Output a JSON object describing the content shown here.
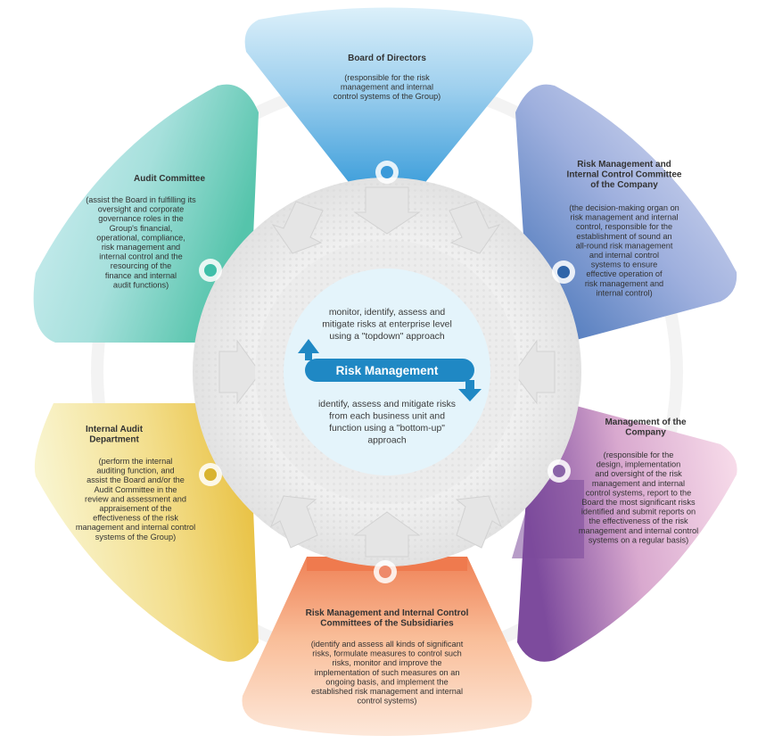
{
  "center": {
    "label": "Risk Management",
    "top_text": [
      "monitor, identify, assess and",
      "mitigate risks at enterprise level",
      "using a \"topdown\" approach"
    ],
    "bottom_text": [
      "identify, assess and mitigate risks",
      "from each business unit and",
      "function using a \"bottom-up\"",
      "approach"
    ]
  },
  "petals": [
    {
      "id": "board",
      "color": "#3a9ad9",
      "title": [
        "Board of Directors"
      ],
      "body": [
        "(responsible for the risk",
        "management and internal",
        "control systems of the Group)"
      ]
    },
    {
      "id": "rmic-company",
      "color": "#2f64a8",
      "title": [
        "Risk Management and",
        "Internal Control Committee",
        "of the Company"
      ],
      "body": [
        "(the decision-making organ on",
        "risk management and internal",
        "control, responsible for the",
        "establishment of sound an",
        "all-round risk management",
        "and internal control",
        "systems to ensure",
        "effective operation of",
        "risk management and",
        "internal control)"
      ]
    },
    {
      "id": "management",
      "color": "#8a64a8",
      "title": [
        "Management of the",
        "Company"
      ],
      "body": [
        "(responsible for the",
        "design, implementation",
        "and oversight of the risk",
        "management and internal",
        "control systems, report to the",
        "Board the most significant risks",
        "identified and submit reports on",
        "the effectiveness of the risk",
        "management and internal control",
        "systems on a regular basis)"
      ]
    },
    {
      "id": "subsidiaries",
      "color": "#ee8a6a",
      "title": [
        "Risk Management and Internal Control",
        "Committees of the Subsidiaries"
      ],
      "body": [
        "(identify and assess all kinds of significant",
        "risks, formulate measures to control such",
        "risks, monitor and improve the",
        "implementation of such measures on an",
        "ongoing basis, and implement the",
        "established risk management and internal",
        "control systems)"
      ]
    },
    {
      "id": "internal-audit",
      "color": "#d9b430",
      "title": [
        "Internal Audit",
        "Department"
      ],
      "body": [
        "(perform the internal",
        "auditing function, and",
        "assist the Board and/or the",
        "Audit Committee in the",
        "review and assessment and",
        "appraisement of the",
        "effectiveness of the risk",
        "management and internal control",
        "systems of the Group)"
      ]
    },
    {
      "id": "audit-committee",
      "color": "#3fbfa9",
      "title": [
        "Audit Committee"
      ],
      "body": [
        "(assist the Board in fulfilling its",
        "oversight and corporate",
        "governance roles in the",
        "Group's financial,",
        "operational, compliance,",
        "risk management and",
        "internal control and the",
        "resourcing of the",
        "finance and internal",
        "audit functions)"
      ]
    }
  ],
  "colors": {
    "board_light": "#d9eef8",
    "board_dark": "#4aa6de",
    "rmic_light": "#dfe3f4",
    "rmic_dark": "#3b6fb6",
    "mgmt_light": "#f7dbe7",
    "mgmt_dark": "#7b4a9b",
    "subs_light": "#fde4d2",
    "subs_dark": "#f08a5d",
    "ia_light": "#f8f3c8",
    "ia_dark": "#e7bf3a",
    "ac_light": "#d4f0f3",
    "ac_dark": "#63c9b2",
    "center_band": "#1f88c4"
  }
}
